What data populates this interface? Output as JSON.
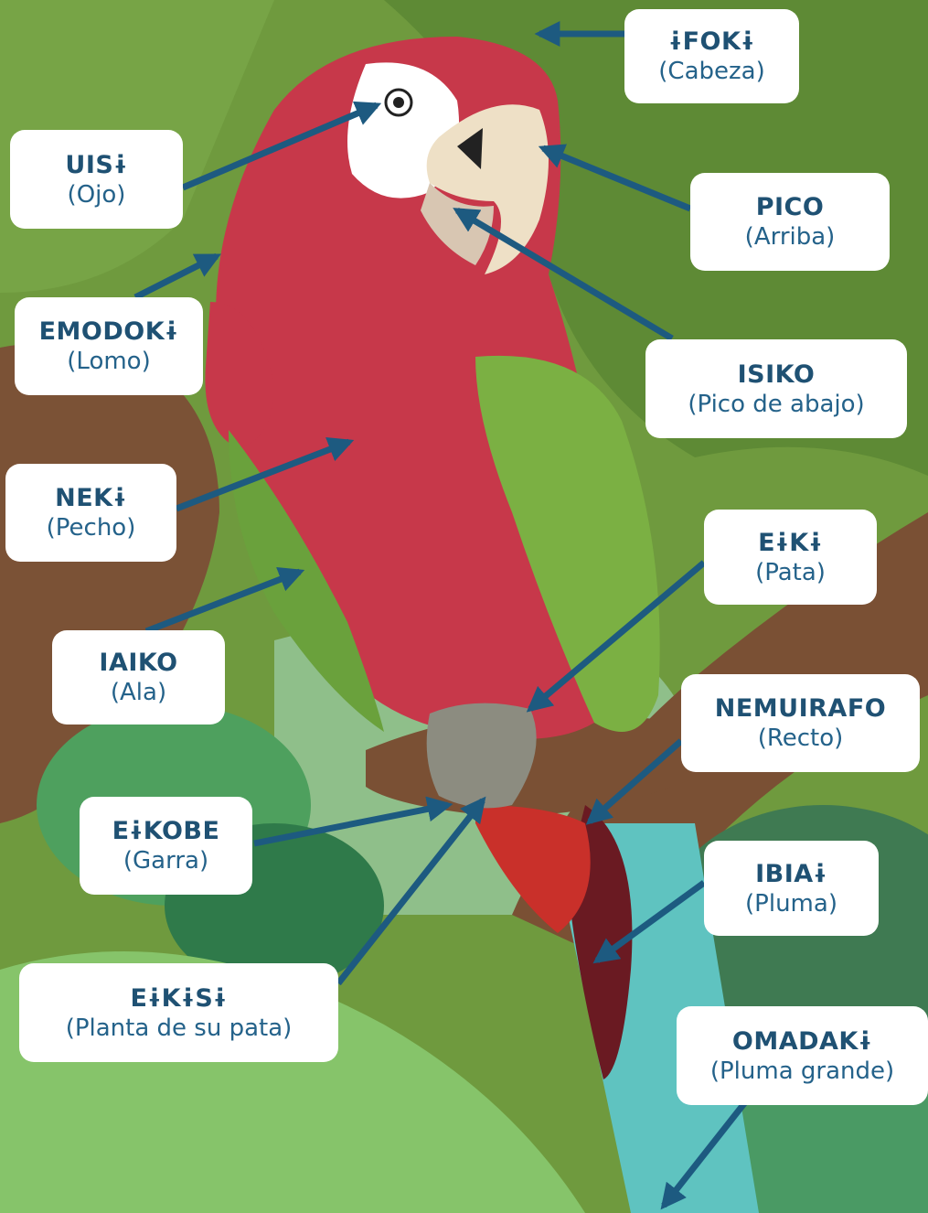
{
  "labels": [
    {
      "id": "cabeza",
      "term": "ɨFOKɨ",
      "meaning": "(Cabeza)"
    },
    {
      "id": "ojo",
      "term": "UISɨ",
      "meaning": "(Ojo)"
    },
    {
      "id": "pico",
      "term": "PICO",
      "meaning": "(Arriba)"
    },
    {
      "id": "lomo",
      "term": "EMODOKɨ",
      "meaning": "(Lomo)"
    },
    {
      "id": "isiko",
      "term": "ISIKO",
      "meaning": "(Pico de abajo)"
    },
    {
      "id": "pecho",
      "term": "NEKɨ",
      "meaning": "(Pecho)"
    },
    {
      "id": "pata",
      "term": "EɨKɨ",
      "meaning": "(Pata)"
    },
    {
      "id": "ala",
      "term": "IAIKO",
      "meaning": "(Ala)"
    },
    {
      "id": "recto",
      "term": "NEMUIRAFO",
      "meaning": "(Recto)"
    },
    {
      "id": "garra",
      "term": "EɨKOBE",
      "meaning": "(Garra)"
    },
    {
      "id": "pluma",
      "term": "IBIAɨ",
      "meaning": "(Pluma)"
    },
    {
      "id": "planta",
      "term": "EɨKɨSɨ",
      "meaning": "(Planta de su pata)"
    },
    {
      "id": "pluma-grande",
      "term": "OMADAKɨ",
      "meaning": "(Pluma grande)"
    }
  ],
  "colors": {
    "arrow": "#1d5a80",
    "label_text": "#1f5173",
    "macaw_red": "#c7384a",
    "wing_green": "#7bb043",
    "tail_blue": "#5fc3c0"
  }
}
